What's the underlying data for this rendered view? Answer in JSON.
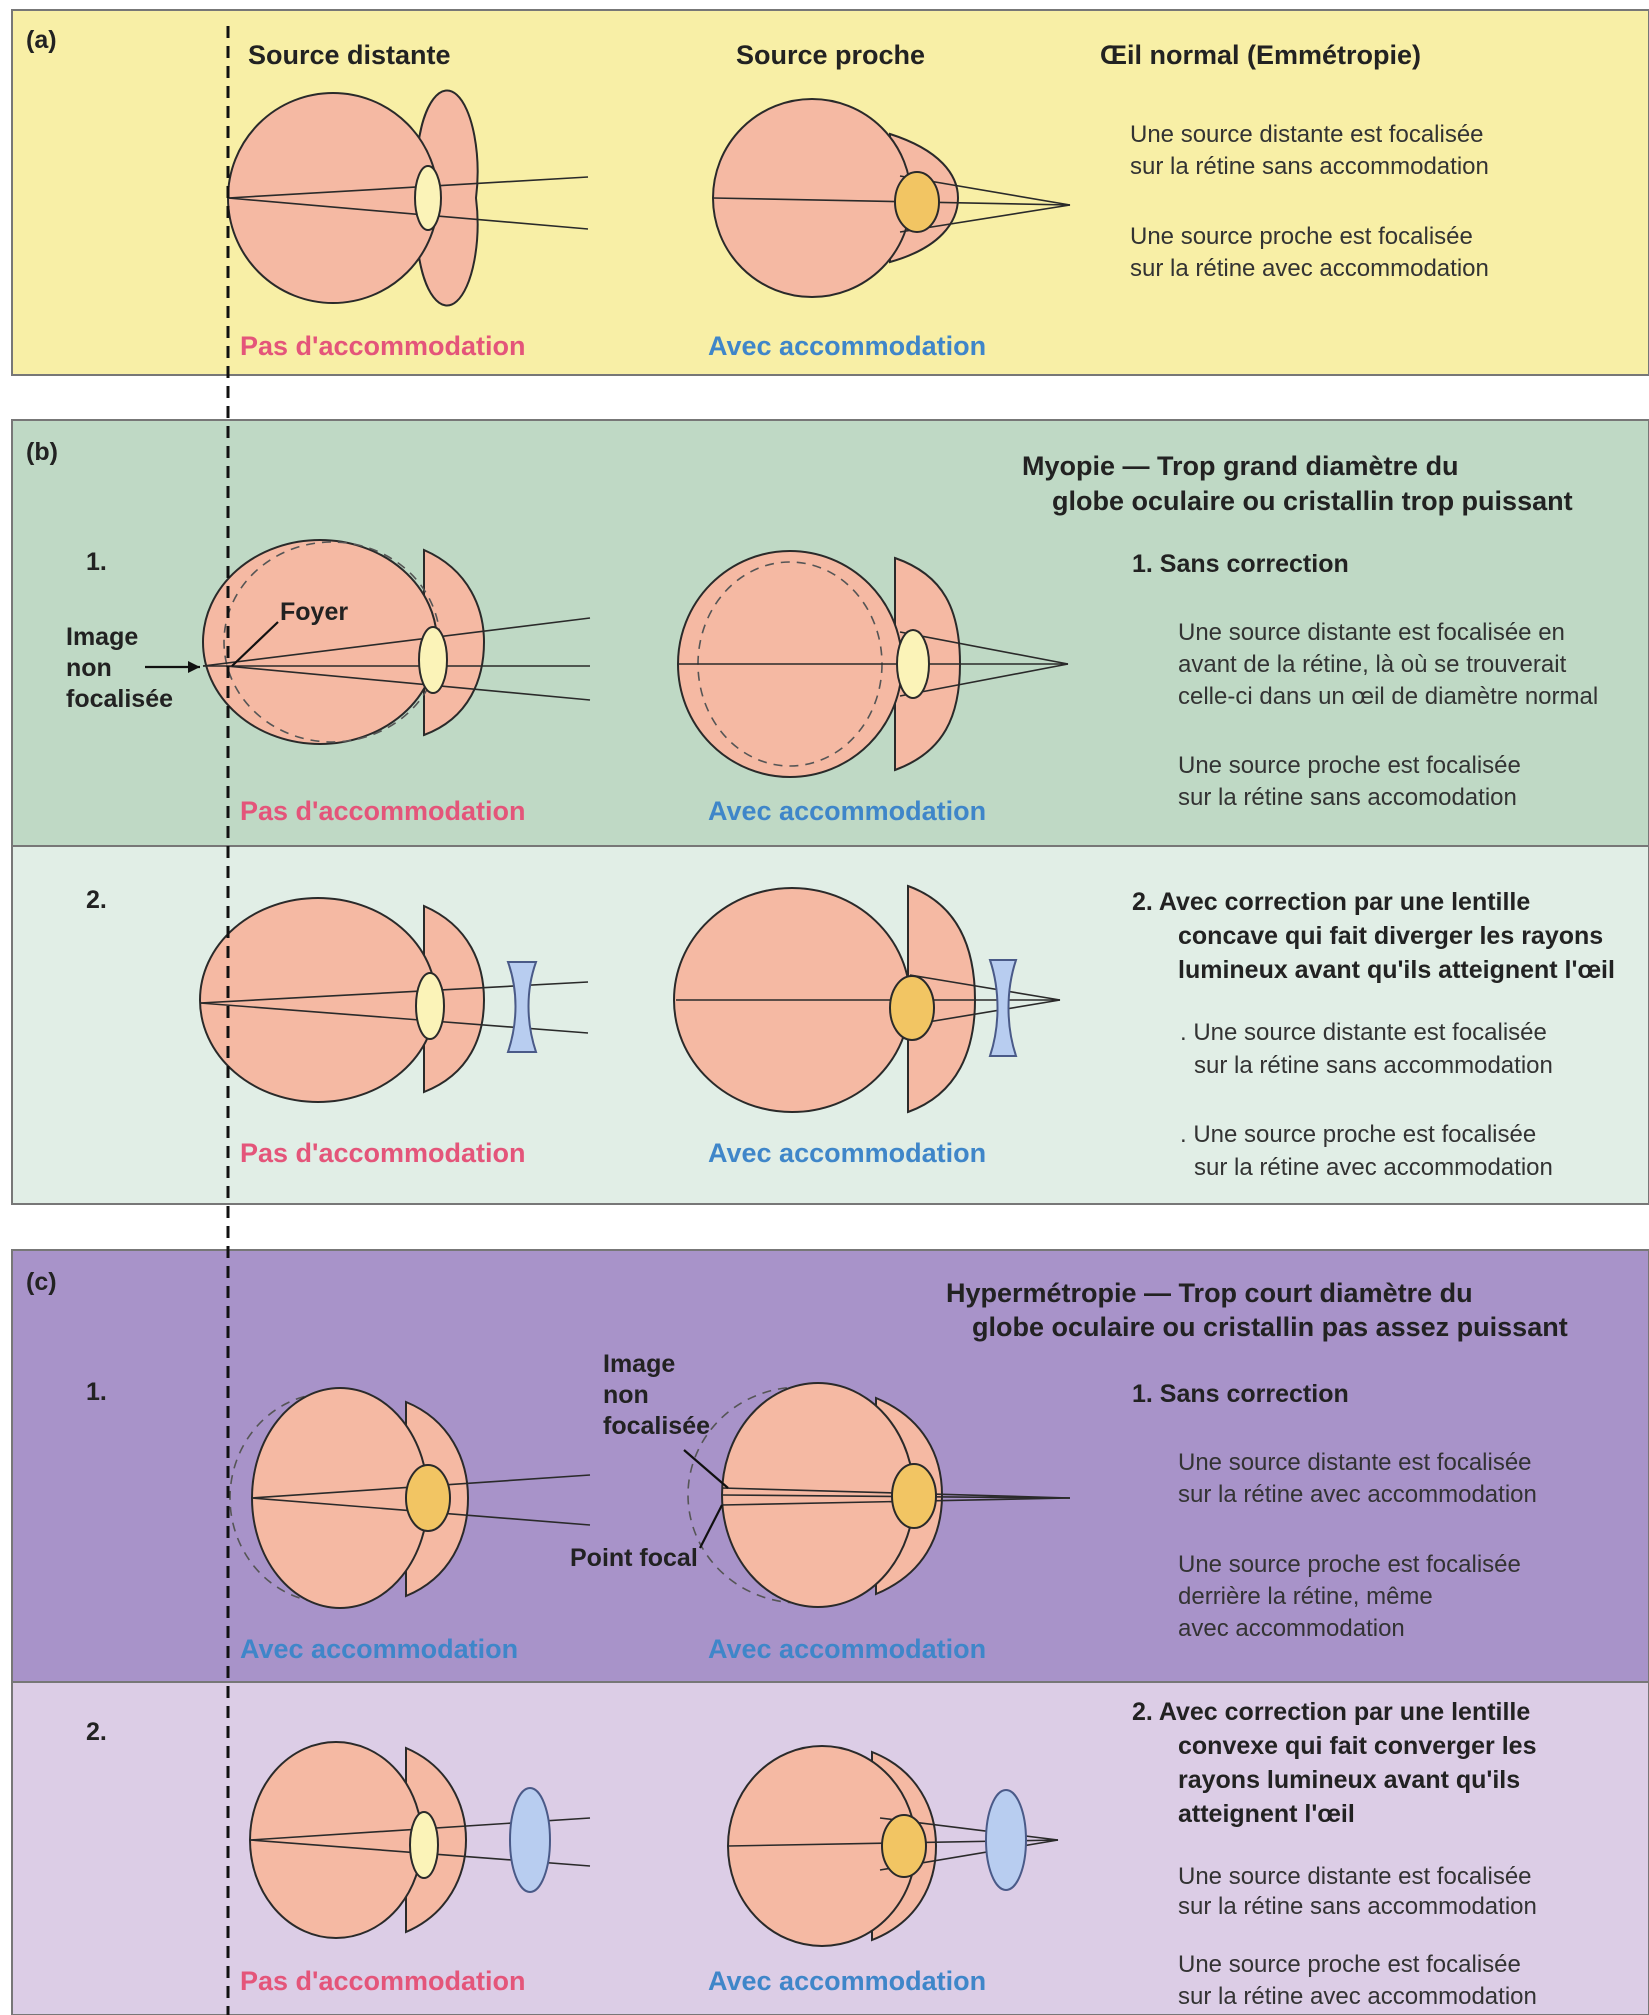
{
  "panel_a": {
    "label": "(a)",
    "col1_title": "Source distante",
    "col2_title": "Source proche",
    "title": "Œil normal (Emmétropie)",
    "desc1": [
      "Une source distante est focalisée",
      "sur la rétine sans accommodation"
    ],
    "desc2": [
      "Une source proche est focalisée",
      "sur la rétine avec accommodation"
    ],
    "cap1": "Pas d'accommodation",
    "cap2": "Avec accommodation"
  },
  "panel_b": {
    "label": "(b)",
    "title": [
      "Myopie — Trop grand diamètre du",
      "globe oculaire ou cristallin trop puissant"
    ],
    "row1_num": "1.",
    "row2_num": "2.",
    "foyer": "Foyer",
    "image_label": [
      "Image",
      "non",
      "focalisée"
    ],
    "sub1_title": "1.  Sans correction",
    "sub1_desc1": [
      "Une source distante est focalisée en",
      "avant de la rétine, là où se trouverait",
      "celle-ci dans un œil de diamètre normal"
    ],
    "sub1_desc2": [
      "Une source proche est focalisée",
      "sur la rétine sans accomodation"
    ],
    "sub2_title": [
      "2.  Avec correction par une lentille",
      "concave qui fait diverger les rayons",
      "lumineux avant qu'ils atteignent l'œil"
    ],
    "sub2_desc1": [
      ". Une source distante est focalisée",
      "sur la rétine sans accommodation"
    ],
    "sub2_desc2": [
      ". Une source proche est focalisée",
      "sur la rétine avec accommodation"
    ],
    "cap1": "Pas d'accommodation",
    "cap2": "Avec accommodation",
    "cap3": "Pas d'accommodation",
    "cap4": "Avec accommodation"
  },
  "panel_c": {
    "label": "(c)",
    "title": [
      "Hypermétropie — Trop court diamètre du",
      "globe oculaire ou cristallin pas assez puissant"
    ],
    "row1_num": "1.",
    "row2_num": "2.",
    "image_label": [
      "Image",
      "non",
      "focalisée"
    ],
    "point_focal": "Point focal",
    "sub1_title": "1.  Sans correction",
    "sub1_desc1": [
      "Une source distante est focalisée",
      "sur la rétine avec accommodation"
    ],
    "sub1_desc2": [
      "Une source proche est focalisée",
      "derrière la rétine, même",
      "avec accommodation"
    ],
    "sub2_title": [
      "2.  Avec correction par une lentille",
      "convexe qui fait converger les",
      "rayons lumineux avant qu'ils",
      "atteignent l'œil"
    ],
    "sub2_desc1": [
      "Une source distante est focalisée",
      "sur la rétine sans accommodation"
    ],
    "sub2_desc2": [
      "Une source proche est focalisée",
      "sur la rétine avec accommodation"
    ],
    "cap1": "Avec accommodation",
    "cap2": "Avec accommodation",
    "cap3": "Pas d'accommodation",
    "cap4": "Avec accommodation"
  },
  "colors": {
    "panel_a_bg": "#f8efa6",
    "panel_b1_bg": "#bfd9c5",
    "panel_b2_bg": "#e1eee6",
    "panel_c1_bg": "#a893c9",
    "panel_c2_bg": "#dccde6",
    "no_accommodation": "#e4557a",
    "accommodation": "#3f86c9",
    "eyeball": "#f5b9a3",
    "lens_relaxed": "#fbf3b8",
    "lens_accommodated": "#f2c563",
    "corrective_lens": "#b8cdf0"
  }
}
